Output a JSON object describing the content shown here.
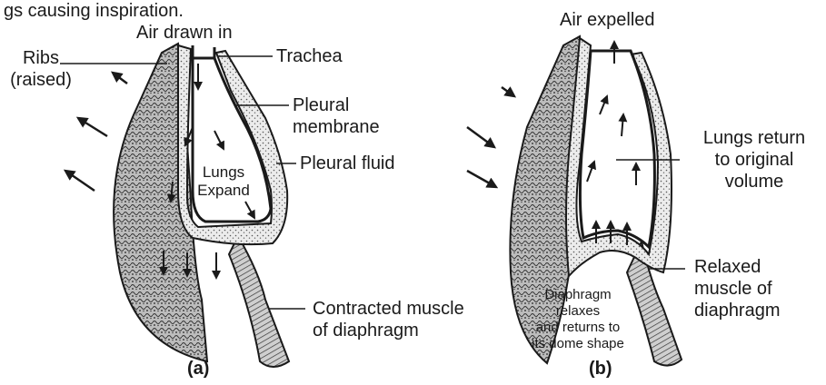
{
  "caption_fragment": "gs causing inspiration.",
  "diagram_a": {
    "air_in": "Air drawn in",
    "trachea": "Trachea",
    "ribs_line1": "Ribs",
    "ribs_line2": "(raised)",
    "pleural_membrane_line1": "Pleural",
    "pleural_membrane_line2": "membrane",
    "pleural_fluid": "Pleural fluid",
    "lungs_line1": "Lungs",
    "lungs_line2": "Expand",
    "diaphragm_line1": "Contracted muscle",
    "diaphragm_line2": "of diaphragm",
    "panel_label": "(a)"
  },
  "diagram_b": {
    "air_out": "Air expelled",
    "lungs_return_line1": "Lungs return",
    "lungs_return_line2": "to original",
    "lungs_return_line3": "volume",
    "relaxed_line1": "Relaxed",
    "relaxed_line2": "muscle of",
    "relaxed_line3": "diaphragm",
    "diaphragm_note_line1": "Diaphragm",
    "diaphragm_note_line2": "relaxes",
    "diaphragm_note_line3": "and returns to",
    "diaphragm_note_line4": "its dome shape",
    "panel_label": "(b)"
  },
  "colors": {
    "ink": "#1a1a1a",
    "stipple": "#555555",
    "lung_fill": "#ffffff",
    "wall_fill": "#d9d9d9"
  }
}
